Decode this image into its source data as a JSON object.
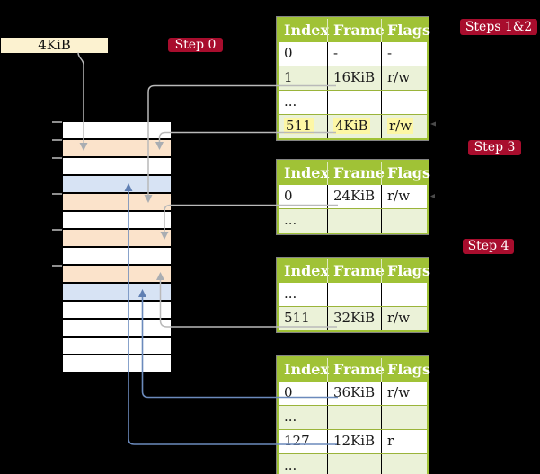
{
  "frame_label": "4KiB",
  "badges": {
    "step0": "Step 0",
    "steps12": "Steps 1&2",
    "step3": "Step 3",
    "step4": "Step 4"
  },
  "memory_column": {
    "description": "physical memory frames, 4KiB each",
    "row_colors": [
      "white",
      "orange",
      "white",
      "blue",
      "orange",
      "white",
      "orange",
      "white",
      "orange",
      "blue",
      "white",
      "white",
      "white",
      "white"
    ]
  },
  "tables": [
    {
      "step": "Steps 1&2",
      "headers": [
        "Index",
        "Frame",
        "Flags"
      ],
      "rows": [
        {
          "cells": [
            "0",
            "-",
            "-"
          ]
        },
        {
          "cells": [
            "1",
            "16KiB",
            "r/w"
          ]
        },
        {
          "cells": [
            "...",
            "",
            ""
          ]
        },
        {
          "cells": [
            "511",
            "4KiB",
            "r/w"
          ],
          "highlighted": true
        }
      ]
    },
    {
      "step": "Step 3",
      "headers": [
        "Index",
        "Frame",
        "Flags"
      ],
      "rows": [
        {
          "cells": [
            "0",
            "24KiB",
            "r/w"
          ]
        },
        {
          "cells": [
            "...",
            "",
            ""
          ]
        }
      ]
    },
    {
      "step": "Step 4",
      "headers": [
        "Index",
        "Frame",
        "Flags"
      ],
      "rows": [
        {
          "cells": [
            "...",
            "",
            ""
          ]
        },
        {
          "cells": [
            "511",
            "32KiB",
            "r/w"
          ]
        }
      ]
    },
    {
      "step": "",
      "headers": [
        "Index",
        "Frame",
        "Flags"
      ],
      "rows": [
        {
          "cells": [
            "0",
            "36KiB",
            "r/w"
          ]
        },
        {
          "cells": [
            "...",
            "",
            ""
          ]
        },
        {
          "cells": [
            "127",
            "12KiB",
            "r"
          ]
        },
        {
          "cells": [
            "...",
            "",
            ""
          ]
        }
      ]
    }
  ],
  "colors": {
    "background": "#000000",
    "table_green": "#a0c236",
    "table_row_green": "#ebf2d8",
    "row_orange": "#fbe3cb",
    "row_blue": "#d7e3f4",
    "highlight_yellow": "#fdf7a5",
    "label_cream": "#fcf2d0",
    "badge_red": "#a80d2d",
    "connector_gray": "#b9b9b9",
    "connector_blue": "#6b8abc",
    "tick_gray": "#8f8f8f"
  }
}
